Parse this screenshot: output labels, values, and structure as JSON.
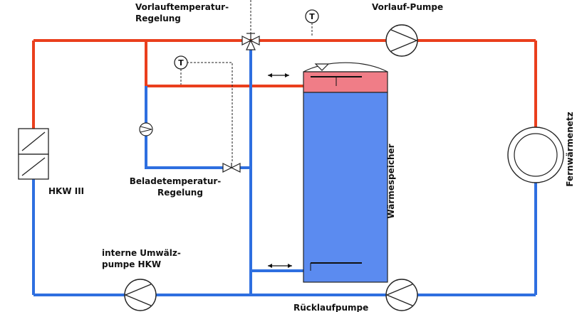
{
  "labels": {
    "vorlauftemp_line1": "Vorlauftemperatur-",
    "vorlauftemp_line2": "Regelung",
    "vorlauf_pumpe": "Vorlauf-Pumpe",
    "beladetemp_line1": "Beladetemperatur-",
    "beladetemp_line2": "Regelung",
    "hkw": "HKW III",
    "interne_line1": "interne Umwälz-",
    "interne_line2": "pumpe HKW",
    "ruecklaufpumpe": "Rücklaufpumpe",
    "waermespeicher": "Wärmespeicher",
    "fernwaermenetz": "Fernwärmenetz",
    "sensor_symbol": "T"
  },
  "colors": {
    "supply_pipe": "#ea3f1d",
    "return_pipe": "#2e6fe0",
    "tank_water": "#5b8bf0",
    "tank_hot_layer": "#f07d87",
    "outline": "#222222"
  }
}
